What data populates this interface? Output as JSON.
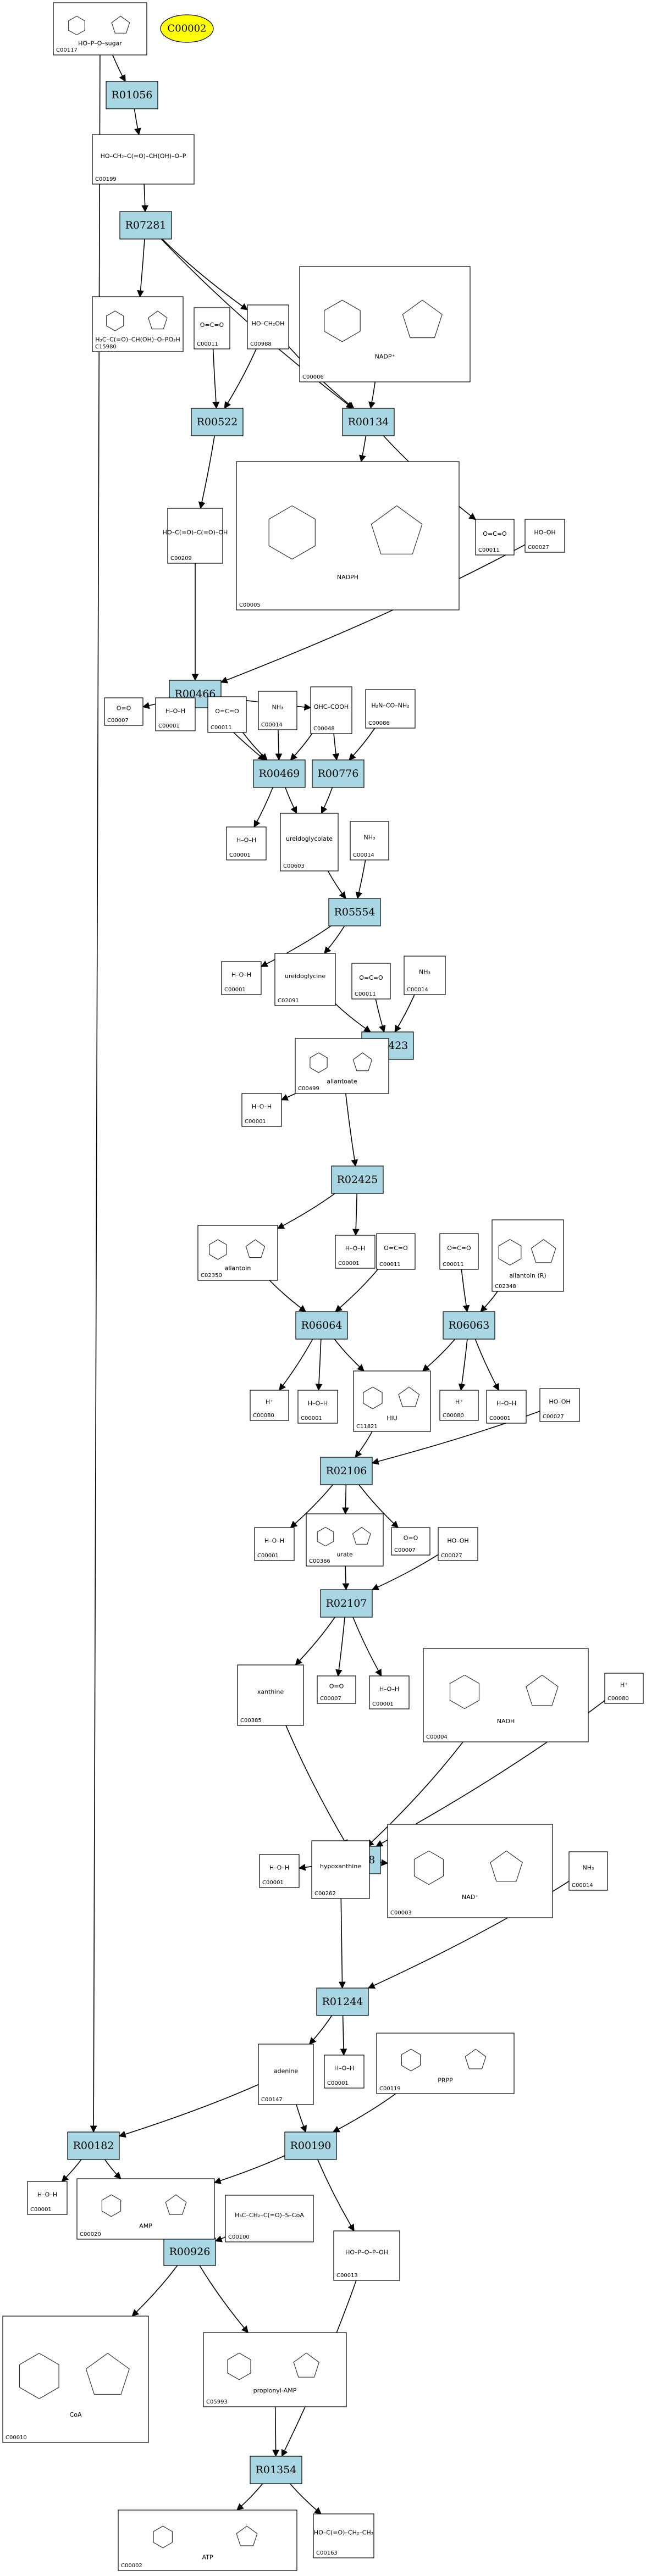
{
  "start": {
    "id": "C00002"
  },
  "reactions": [
    {
      "id": "R01056"
    },
    {
      "id": "R07281"
    },
    {
      "id": "R00522"
    },
    {
      "id": "R00134"
    },
    {
      "id": "R00466"
    },
    {
      "id": "R00469"
    },
    {
      "id": "R00776"
    },
    {
      "id": "R05554"
    },
    {
      "id": "R02423"
    },
    {
      "id": "R02425"
    },
    {
      "id": "R06064"
    },
    {
      "id": "R06063"
    },
    {
      "id": "R02106"
    },
    {
      "id": "R02107"
    },
    {
      "id": "R01768"
    },
    {
      "id": "R01244"
    },
    {
      "id": "R00182"
    },
    {
      "id": "R00190"
    },
    {
      "id": "R00926"
    },
    {
      "id": "R01354"
    }
  ],
  "compounds": [
    {
      "id": "C00117",
      "formula": "HO–P–O–sugar"
    },
    {
      "id": "C00199",
      "formula": "HO–CH₂–C(=O)–CH(OH)–O–P"
    },
    {
      "id": "C15980",
      "formula": "H₃C–C(=O)–CH(OH)–O–PO₃H"
    },
    {
      "id": "C00011",
      "formula": "O=C=O"
    },
    {
      "id": "C00988",
      "formula": "HO–CH₂OH"
    },
    {
      "id": "C00006",
      "formula": "NADP⁺"
    },
    {
      "id": "C00005",
      "formula": "NADPH"
    },
    {
      "id": "C00209",
      "formula": "HO–C(=O)–C(=O)–OH"
    },
    {
      "id": "C00027",
      "formula": "HO–OH"
    },
    {
      "id": "C00007",
      "formula": "O=O"
    },
    {
      "id": "C00001",
      "formula": "H–O–H"
    },
    {
      "id": "C00014",
      "formula": "NH₃"
    },
    {
      "id": "C00048",
      "formula": "OHC–COOH"
    },
    {
      "id": "C00086",
      "formula": "H₂N–CO–NH₂"
    },
    {
      "id": "C00603",
      "formula": "ureidoglycolate"
    },
    {
      "id": "C02091",
      "formula": "ureidoglycine"
    },
    {
      "id": "C00499",
      "formula": "allantoate"
    },
    {
      "id": "C02350",
      "formula": "allantoin"
    },
    {
      "id": "C02348",
      "formula": "allantoin (R)"
    },
    {
      "id": "C00080",
      "formula": "H⁺"
    },
    {
      "id": "C11821",
      "formula": "HIU"
    },
    {
      "id": "C00366",
      "formula": "urate"
    },
    {
      "id": "C00385",
      "formula": "xanthine"
    },
    {
      "id": "C00004",
      "formula": "NADH"
    },
    {
      "id": "C00003",
      "formula": "NAD⁺"
    },
    {
      "id": "C00262",
      "formula": "hypoxanthine"
    },
    {
      "id": "C00147",
      "formula": "adenine"
    },
    {
      "id": "C00119",
      "formula": "PRPP"
    },
    {
      "id": "C00020",
      "formula": "AMP"
    },
    {
      "id": "C00100",
      "formula": "H₃C–CH₂–C(=O)–S–CoA"
    },
    {
      "id": "C00013",
      "formula": "HO–P–O–P–OH"
    },
    {
      "id": "C00010",
      "formula": "CoA"
    },
    {
      "id": "C05993",
      "formula": "propionyl-AMP"
    },
    {
      "id": "C00002",
      "formula": "ATP"
    },
    {
      "id": "C00163",
      "formula": "HO–C(=O)–CH₂–CH₃"
    }
  ]
}
